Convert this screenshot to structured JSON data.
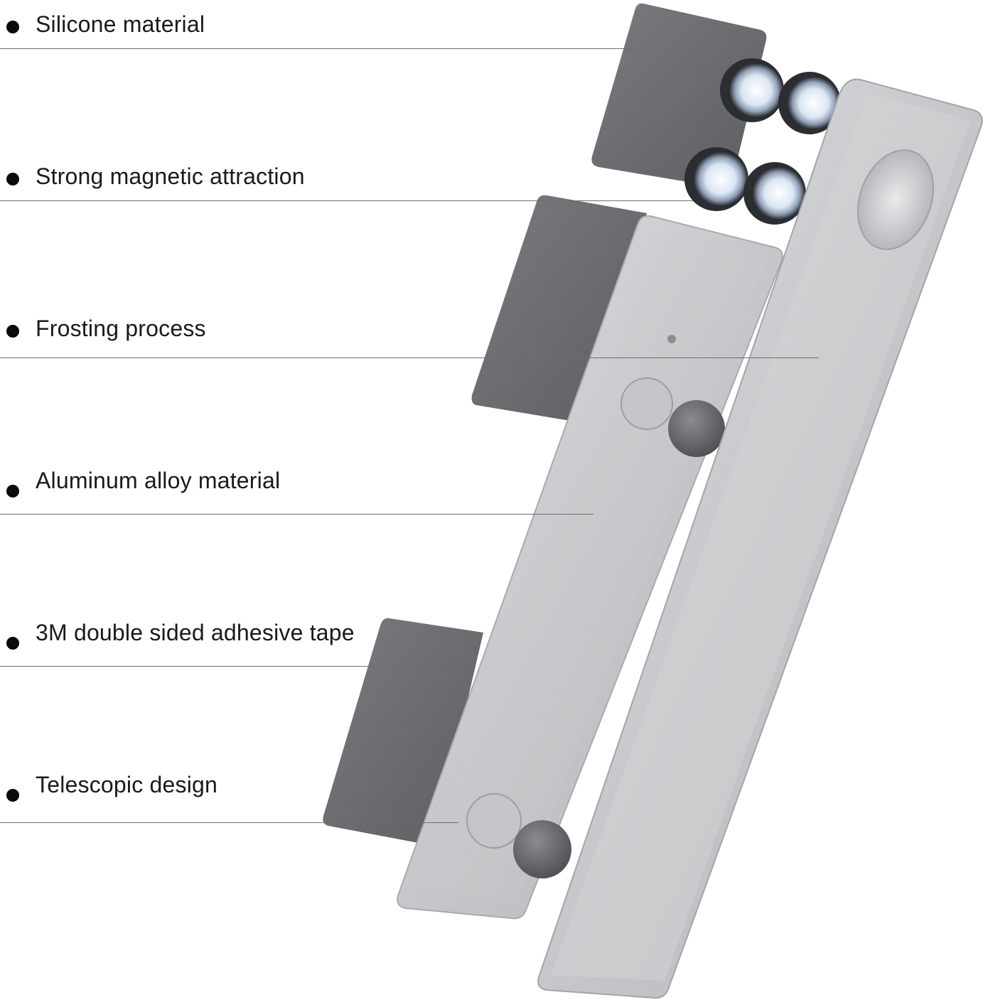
{
  "features": [
    {
      "id": "silicone",
      "text": "Silicone material"
    },
    {
      "id": "magnetic",
      "text": "Strong magnetic attraction"
    },
    {
      "id": "frosting",
      "text": "Frosting process"
    },
    {
      "id": "aluminum",
      "text": "Aluminum alloy material"
    },
    {
      "id": "tape",
      "text": "3M double sided adhesive tape"
    },
    {
      "id": "telescopic",
      "text": "Telescopic design"
    }
  ],
  "colors": {
    "text": "#1a1a1a",
    "bullet": "#0a0a0a",
    "leader": "#6e6e6e",
    "aluminum": "#c9cacc",
    "silicone_pad": "#6c6d70",
    "magnet_glow": "#dfe8f4"
  },
  "product_parts": [
    "silicone-pad",
    "magnet",
    "aluminum-bracket",
    "telescopic-slider",
    "adhesive-tape"
  ]
}
